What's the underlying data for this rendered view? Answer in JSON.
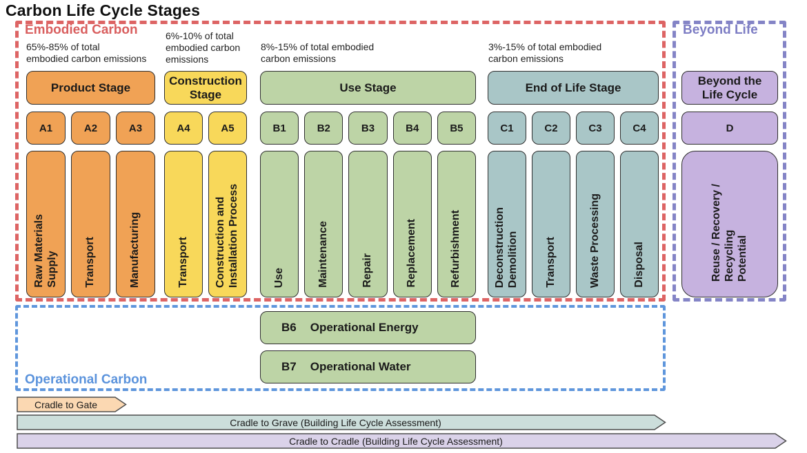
{
  "title": "Carbon Life Cycle Stages",
  "zones": {
    "embodied": {
      "label": "Embodied Carbon",
      "outline_color": "#dd6464"
    },
    "beyond": {
      "label": "Beyond Life",
      "outline_color": "#8484c6"
    },
    "operational": {
      "label": "Operational Carbon",
      "outline_color": "#5f96dc"
    }
  },
  "stages": [
    {
      "note": "65%-85% of total\nembodied carbon emissions",
      "header": "Product Stage",
      "color": "#f0a255",
      "modules": [
        {
          "code": "A1",
          "name": "Raw Materials\nSupply"
        },
        {
          "code": "A2",
          "name": "Transport"
        },
        {
          "code": "A3",
          "name": "Manufacturing"
        }
      ]
    },
    {
      "note": "6%-10% of total\nembodied carbon\nemissions",
      "header": "Construction\nStage",
      "color": "#f8d85a",
      "modules": [
        {
          "code": "A4",
          "name": "Transport"
        },
        {
          "code": "A5",
          "name": "Construction and\nInstallation Process"
        }
      ]
    },
    {
      "note": "8%-15% of total embodied\ncarbon emissions",
      "header": "Use Stage",
      "color": "#bdd4a6",
      "modules": [
        {
          "code": "B1",
          "name": "Use"
        },
        {
          "code": "B2",
          "name": "Maintenance"
        },
        {
          "code": "B3",
          "name": "Repair"
        },
        {
          "code": "B4",
          "name": "Replacement"
        },
        {
          "code": "B5",
          "name": "Refurbishment"
        }
      ]
    },
    {
      "note": "3%-15% of total embodied\ncarbon emissions",
      "header": "End of Life Stage",
      "color": "#a9c6c7",
      "modules": [
        {
          "code": "C1",
          "name": "Deconstruction\nDemolition"
        },
        {
          "code": "C2",
          "name": "Transport"
        },
        {
          "code": "C3",
          "name": "Waste Processing"
        },
        {
          "code": "C4",
          "name": "Disposal"
        }
      ]
    },
    {
      "note": "",
      "header": "Beyond the\nLife Cycle",
      "color": "#c6b2df",
      "modules": [
        {
          "code": "D",
          "name": "Reuse / Recovery /\nRecycling\nPotential"
        }
      ]
    }
  ],
  "operational": {
    "items": [
      {
        "code": "B6",
        "label": "Operational Energy"
      },
      {
        "code": "B7",
        "label": "Operational Water"
      }
    ],
    "color": "#bdd4a6"
  },
  "arrows": [
    {
      "label": "Cradle to Gate",
      "color": "#fbd8b2"
    },
    {
      "label": "Cradle to Grave (Building Life Cycle Assessment)",
      "color": "#ccdedb"
    },
    {
      "label": "Cradle to Cradle (Building Life Cycle Assessment)",
      "color": "#dad2e9"
    }
  ]
}
